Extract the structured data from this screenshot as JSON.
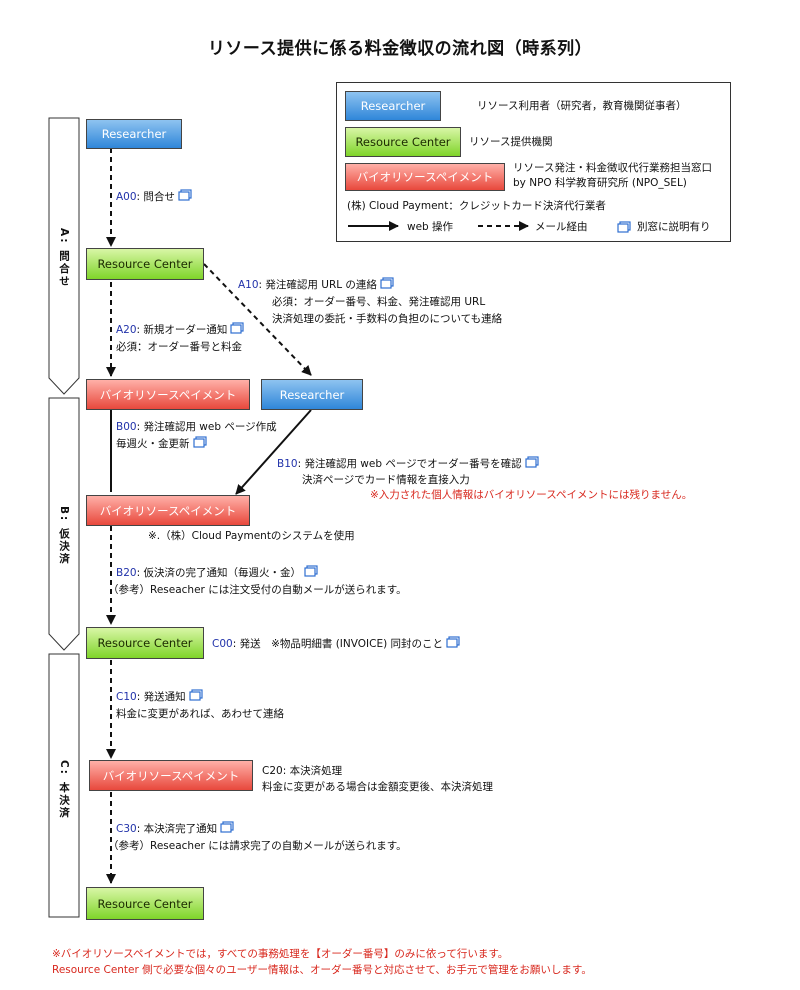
{
  "title": "リソース提供に係る料金徴収の流れ図（時系列）",
  "legend": {
    "researcher_label": "Researcher",
    "researcher_desc": "リソース利用者（研究者，教育機関従事者）",
    "rc_label": "Resource Center",
    "rc_desc": "リソース提供機関",
    "bio_label": "バイオリソースペイメント",
    "bio_desc1": "リソース発注・料金徴収代行業務担当窓口",
    "bio_desc2": "by NPO 科学教育研究所 (NPO_SEL)",
    "cloud_desc": "(株) Cloud Payment：クレジットカード決済代行業者",
    "web_op": "web 操作",
    "mail": "メール経由",
    "separate": "別窓に説明有り"
  },
  "phases": {
    "a": "A: 問合せ",
    "b": "B: 仮決済",
    "c": "C: 本決済"
  },
  "nodes": {
    "researcher1": "Researcher",
    "rc1": "Resource Center",
    "bio1": "バイオリソースペイメント",
    "researcher2": "Researcher",
    "bio2": "バイオリソースペイメント",
    "rc2": "Resource Center",
    "bio3": "バイオリソースペイメント",
    "rc3": "Resource Center"
  },
  "steps": {
    "a00_code": "A00",
    "a00_text": ": 問合せ",
    "a10_code": "A10",
    "a10_text": ": 発注確認用 URL の連絡",
    "a10_line2": "必須：オーダー番号、料金、発注確認用 URL",
    "a10_line3": "決済処理の委託・手数料の負担のについても連絡",
    "a20_code": "A20",
    "a20_text": ": 新規オーダー通知",
    "a20_line2": "必須：オーダー番号と料金",
    "b00_code": "B00",
    "b00_text": ": 発注確認用 web ページ作成",
    "b00_line2": "毎週火・金更新",
    "b10_code": "B10",
    "b10_text": ": 発注確認用 web ページでオーダー番号を確認",
    "b10_line2": "決済ページでカード情報を直接入力",
    "b10_note": "※入力された個人情報はバイオリソースペイメントには残りません。",
    "cloud_note": "※.（株）Cloud Paymentのシステムを使用",
    "b20_code": "B20",
    "b20_text": ": 仮決済の完了通知（毎週火・金）",
    "b20_line2": "（参考）Reseacher には注文受付の自動メールが送られます。",
    "c00_code": "C00",
    "c00_text": ": 発送　※物品明細書 (INVOICE) 同封のこと",
    "c10_code": "C10",
    "c10_text": ": 発送通知",
    "c10_line2": "料金に変更があれば、あわせて連絡",
    "c20_text": "C20: 本決済処理",
    "c20_line2": "料金に変更がある場合は金額変更後、本決済処理",
    "c30_code": "C30",
    "c30_text": ": 本決済完了通知",
    "c30_line2": "（参考）Reseacher には請求完了の自動メールが送られます。"
  },
  "footer": {
    "line1": "※バイオリソースペイメントでは，すべての事務処理を【オーダー番号】のみに依って行います。",
    "line2": "Resource Center 側で必要な個々のユーザー情報は、オーダー番号と対応させて、お手元で管理をお願いします。"
  },
  "colors": {
    "researcher": "#2f86d9",
    "resource_center": "#7fd42a",
    "payment": "#e8483c",
    "code_text": "#2233aa",
    "note_text": "#d8281e"
  }
}
